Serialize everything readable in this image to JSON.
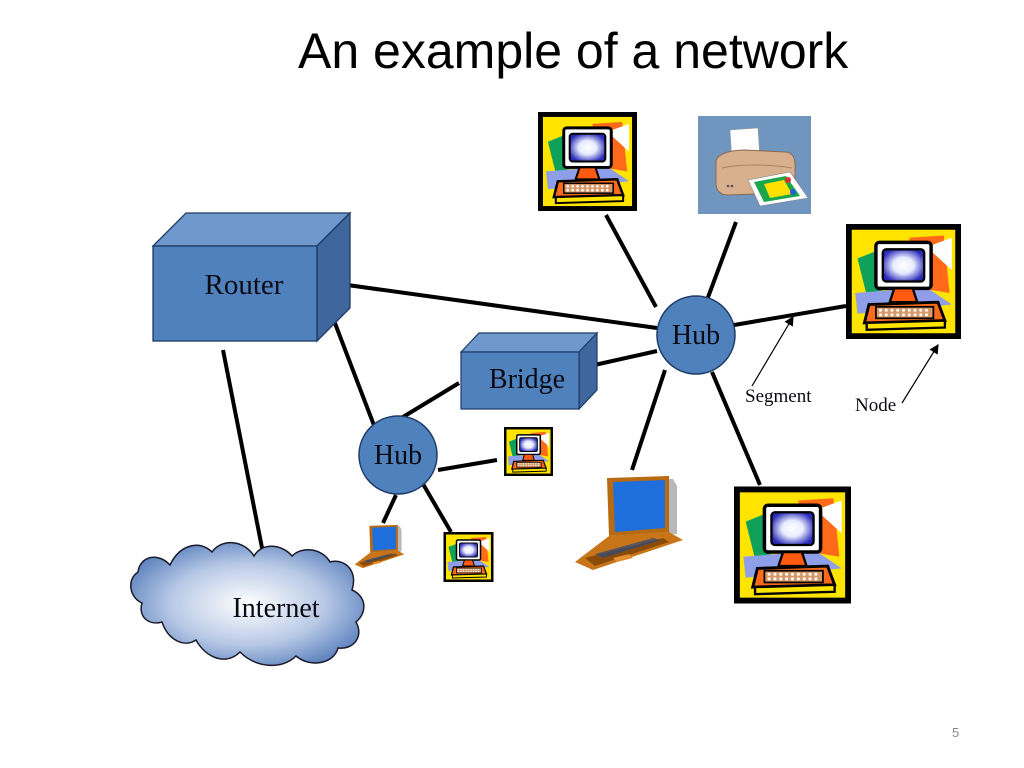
{
  "slide": {
    "title": "An example of a network",
    "page_number": "5"
  },
  "devices": {
    "router": {
      "label": "Router",
      "color": "#4f81bd"
    },
    "bridge": {
      "label": "Bridge",
      "color": "#4f81bd"
    },
    "hub_main": {
      "label": "Hub",
      "color": "#4f81bd"
    },
    "hub_secondary": {
      "label": "Hub",
      "color": "#4f81bd"
    },
    "internet": {
      "label": "Internet"
    }
  },
  "annotations": {
    "segment": "Segment",
    "node": "Node"
  },
  "nodes": [
    {
      "type": "desktop-computer",
      "connected_to": "hub_main"
    },
    {
      "type": "printer",
      "connected_to": "hub_main"
    },
    {
      "type": "desktop-computer",
      "connected_to": "hub_main"
    },
    {
      "type": "laptop",
      "connected_to": "hub_main"
    },
    {
      "type": "desktop-computer",
      "connected_to": "hub_main"
    },
    {
      "type": "desktop-computer",
      "connected_to": "hub_secondary"
    },
    {
      "type": "laptop",
      "connected_to": "hub_secondary"
    },
    {
      "type": "desktop-computer",
      "connected_to": "hub_secondary"
    }
  ],
  "links": [
    [
      "router",
      "hub_main"
    ],
    [
      "router",
      "hub_secondary"
    ],
    [
      "router",
      "internet"
    ],
    [
      "bridge",
      "hub_main"
    ],
    [
      "bridge",
      "hub_secondary"
    ]
  ]
}
